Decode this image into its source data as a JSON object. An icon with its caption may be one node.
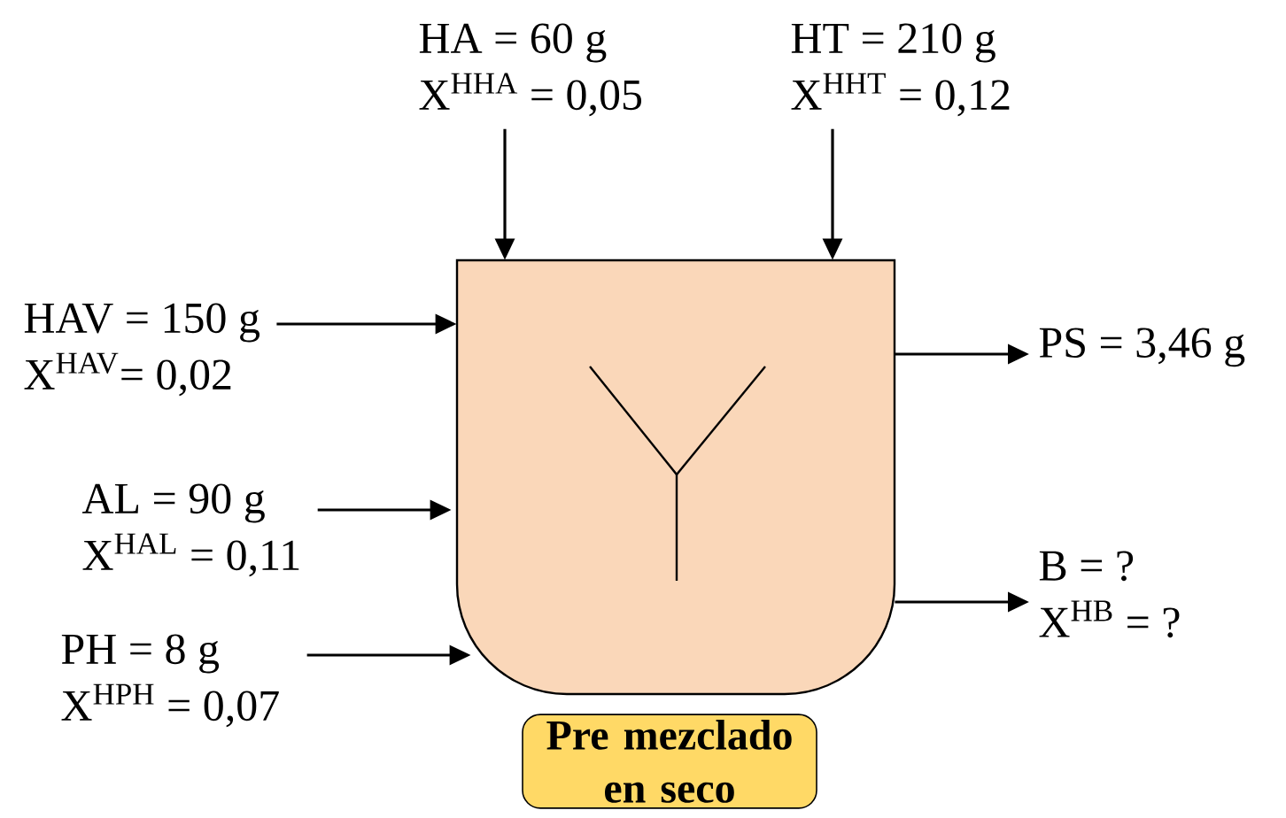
{
  "diagram": {
    "nodes": [
      {
        "text": [
          "HA = 60 g",
          "X$^{HHA}$ = 0,05"
        ]
      },
      {
        "text": [
          "HT = 210 g",
          "X$^{HHT}$ = 0,12"
        ]
      },
      {
        "text": [
          "HAV = 150 g",
          "X$^{HAV}$= 0,02"
        ]
      },
      {
        "text": [],
        "shape": "box"
      },
      {
        "text": [
          "PS = 3,46 g"
        ]
      },
      {
        "text": [
          "AL = 90 g",
          "X$^{HAL}$ = 0,11"
        ]
      },
      {
        "text": [
          "B = ?",
          "X$^{HB}$ = ?"
        ]
      },
      {
        "text": [
          "PH = 8 g",
          "X$^{HPH}$ = 0,07"
        ]
      },
      {
        "text": [
          "Pre mezclado en seco"
        ]
      }
    ],
    "edges": [
      {
        "from": 0,
        "to": 3,
        "arrow": "to"
      },
      {
        "from": 1,
        "to": 3,
        "arrow": "to"
      },
      {
        "from": 2,
        "to": 3,
        "arrow": "to"
      },
      {
        "from": 3,
        "to": 4,
        "arrow": "to"
      },
      {
        "from": 5,
        "to": 3,
        "arrow": "to"
      },
      {
        "from": 3,
        "to": 6,
        "arrow": "to"
      },
      {
        "from": 7,
        "to": 3,
        "arrow": "to"
      }
    ]
  }
}
